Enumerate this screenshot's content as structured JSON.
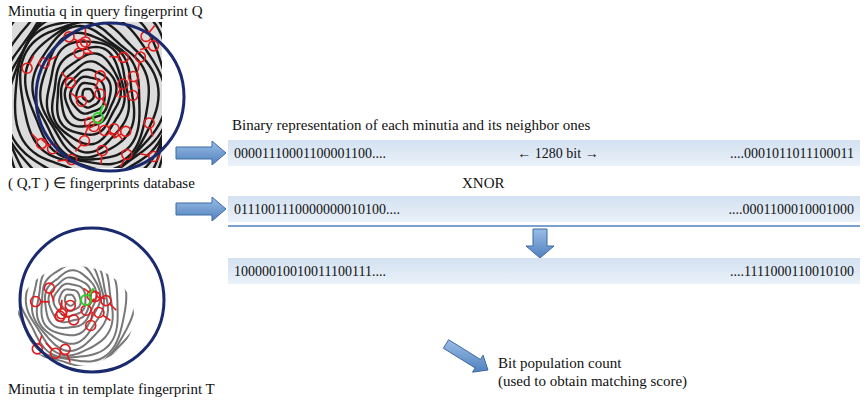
{
  "diagram": {
    "nodes": [
      {
        "text": [
          "00001110001100001100....",
          "← 1280 bit →",
          "....0001011011100011"
        ]
      },
      {
        "text": [
          "0111001110000000010100....",
          "....0001100010001000"
        ]
      },
      {
        "text": [
          "10000010010011100111....",
          "....1111000110010100"
        ]
      }
    ],
    "edges": [
      {
        "from": 1,
        "to": 2,
        "arrow": "to"
      }
    ],
    "labels": [
      "Minutia q in query fingerprint Q",
      "Binary representation of each minutia and its neighbor ones",
      "( Q,T ) ∈ fingerprints database",
      "XNOR",
      "Minutia t in template fingerprint T",
      "Bit population count (used to obtain matching score)"
    ]
  }
}
